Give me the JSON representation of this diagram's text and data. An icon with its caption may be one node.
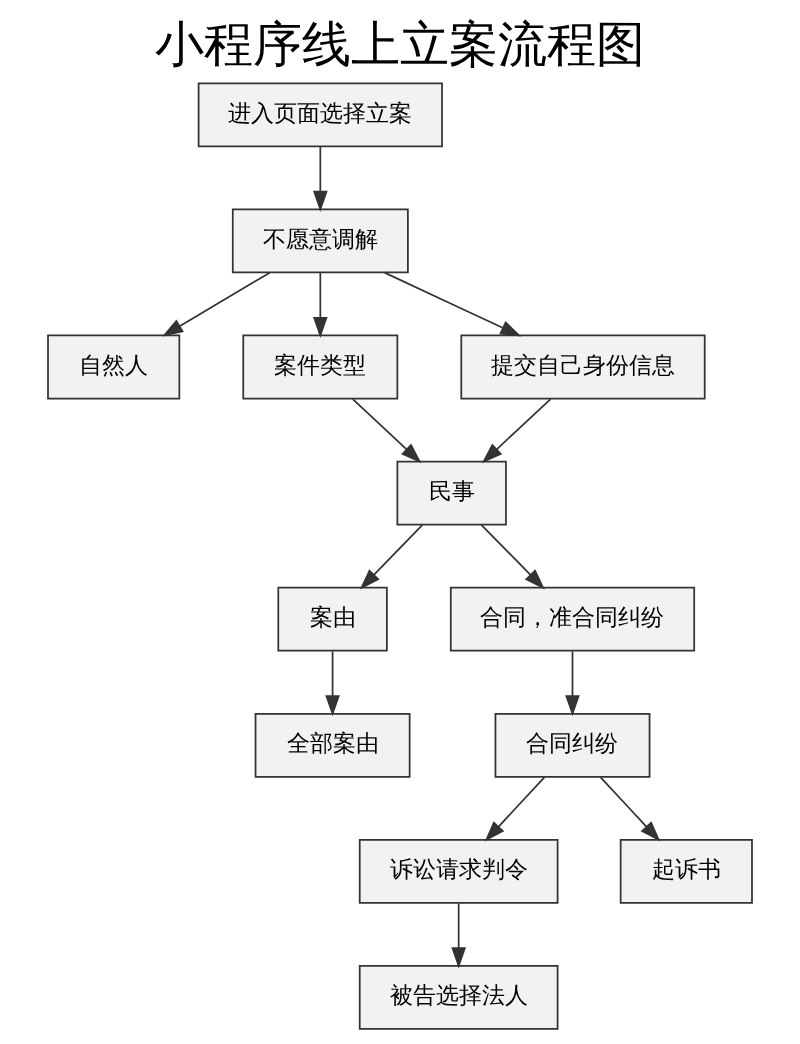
{
  "diagram": {
    "title": "小程序线上立案流程图",
    "nodes": [
      {
        "text": [
          "进入页面选择立案"
        ]
      },
      {
        "text": [
          "不愿意调解"
        ]
      },
      {
        "text": [
          "自然人"
        ]
      },
      {
        "text": [
          "案件类型"
        ]
      },
      {
        "text": [
          "提交自己身份信息"
        ]
      },
      {
        "text": [
          "民事"
        ]
      },
      {
        "text": [
          "案由"
        ]
      },
      {
        "text": [
          "全部案由"
        ]
      },
      {
        "text": [
          "合同，准合同纠纷"
        ]
      },
      {
        "text": [
          "合同纠纷"
        ]
      },
      {
        "text": [
          "诉讼请求判令"
        ]
      },
      {
        "text": [
          "被告选择法人"
        ]
      },
      {
        "text": [
          "起诉书"
        ]
      }
    ],
    "edges": [
      {
        "from": 0,
        "to": 1,
        "arrow": "to"
      },
      {
        "from": 1,
        "to": 2,
        "arrow": "to"
      },
      {
        "from": 1,
        "to": 3,
        "arrow": "to"
      },
      {
        "from": 1,
        "to": 4,
        "arrow": "to"
      },
      {
        "from": 3,
        "to": 5,
        "arrow": "to"
      },
      {
        "from": 4,
        "to": 5,
        "arrow": "to"
      },
      {
        "from": 5,
        "to": 6,
        "arrow": "to"
      },
      {
        "from": 6,
        "to": 7,
        "arrow": "to"
      },
      {
        "from": 5,
        "to": 8,
        "arrow": "to"
      },
      {
        "from": 8,
        "to": 9,
        "arrow": "to"
      },
      {
        "from": 9,
        "to": 10,
        "arrow": "to"
      },
      {
        "from": 10,
        "to": 11,
        "arrow": "to"
      },
      {
        "from": 9,
        "to": 12,
        "arrow": "to"
      }
    ]
  }
}
